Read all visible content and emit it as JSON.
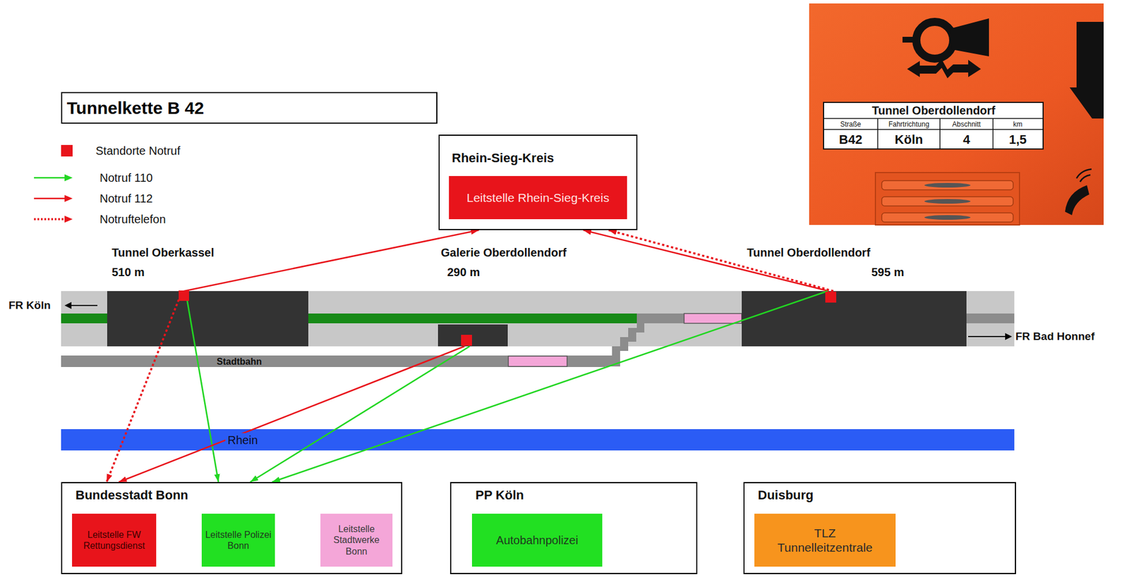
{
  "diagram": {
    "title": "Tunnelkette B 42",
    "nodes": [
      {
        "text": [
          "Rhein-Sieg-Kreis"
        ]
      },
      {
        "text": [
          "Leitstelle Rhein-Sieg-Kreis"
        ],
        "in": 0
      },
      {
        "text": [
          "Tunnel Oberkassel",
          "510 m"
        ]
      },
      {
        "text": [
          "Galerie Oberdollendorf",
          "290 m"
        ]
      },
      {
        "text": [
          "Tunnel Oberdollendorf",
          "595 m"
        ]
      },
      {
        "text": [
          "Stadtbahn"
        ]
      },
      {
        "text": [
          "Rhein"
        ]
      },
      {
        "text": [
          "Bundesstadt Bonn"
        ]
      },
      {
        "text": [
          "Leitstelle FW Rettungsdienst"
        ],
        "in": 7
      },
      {
        "text": [
          "Leitstelle Polizei Bonn"
        ],
        "in": 7
      },
      {
        "text": [
          "Leitstelle Stadtwerke Bonn"
        ],
        "in": 7
      },
      {
        "text": [
          "PP Köln"
        ]
      },
      {
        "text": [
          "Autobahnpolizei"
        ],
        "in": 11
      },
      {
        "text": [
          "Duisburg"
        ]
      },
      {
        "text": [
          "TLZ Tunnelleitzentrale"
        ],
        "in": 13
      }
    ],
    "edges": [
      {
        "from": 2,
        "to": 0,
        "arrow": "to"
      },
      {
        "from": 2,
        "to": 7,
        "arrow": "to"
      },
      {
        "from": 2,
        "to": 7,
        "arrow": "to"
      },
      {
        "from": 3,
        "to": 7,
        "arrow": "to"
      },
      {
        "from": 3,
        "to": 7,
        "arrow": "to"
      },
      {
        "from": 4,
        "to": 0,
        "arrow": "to"
      },
      {
        "from": 4,
        "to": 0,
        "arrow": "to"
      },
      {
        "from": 4,
        "to": 7,
        "arrow": "to"
      }
    ],
    "labels": [
      "Tunnel Oberdollendorf",
      "Straße",
      "Fahrtrichtung",
      "Abschnitt",
      "km",
      "B42",
      "Köln",
      "4",
      "1,5",
      "FR Köln",
      "FR Bad Honnef"
    ],
    "legend": [
      {
        "text": "Standorte Notruf",
        "color": "#e8141b"
      },
      {
        "text": "Notruf 110"
      },
      {
        "text": "Notruf 112"
      },
      {
        "text": "Notruftelefon"
      }
    ]
  }
}
